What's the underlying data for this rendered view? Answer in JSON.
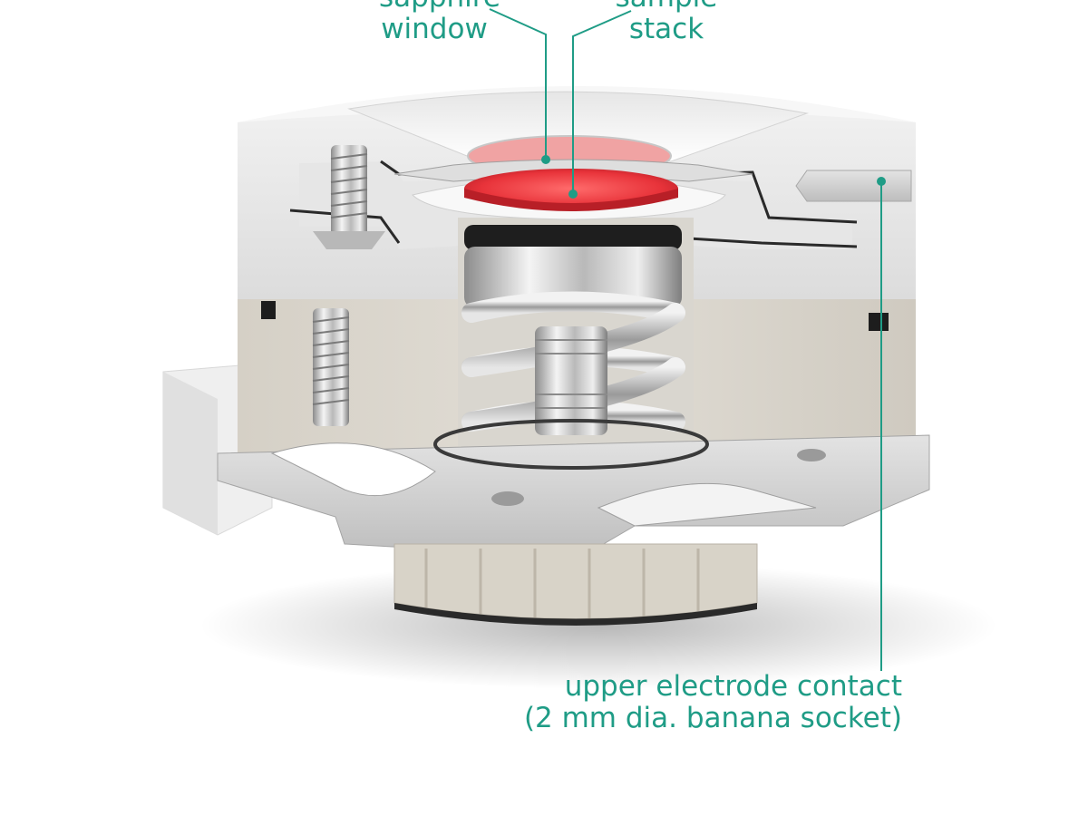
{
  "labels": {
    "window": {
      "line1": "sapphire",
      "line2": "window"
    },
    "stack": {
      "line1": "sample",
      "line2": "stack"
    },
    "contact": {
      "line1": "upper electrode contact",
      "line2": "(2 mm dia. banana socket)"
    }
  },
  "colors": {
    "label_text": "#1f9c86",
    "leader_line": "#1f9c86",
    "sample_red": "#e8333a"
  }
}
